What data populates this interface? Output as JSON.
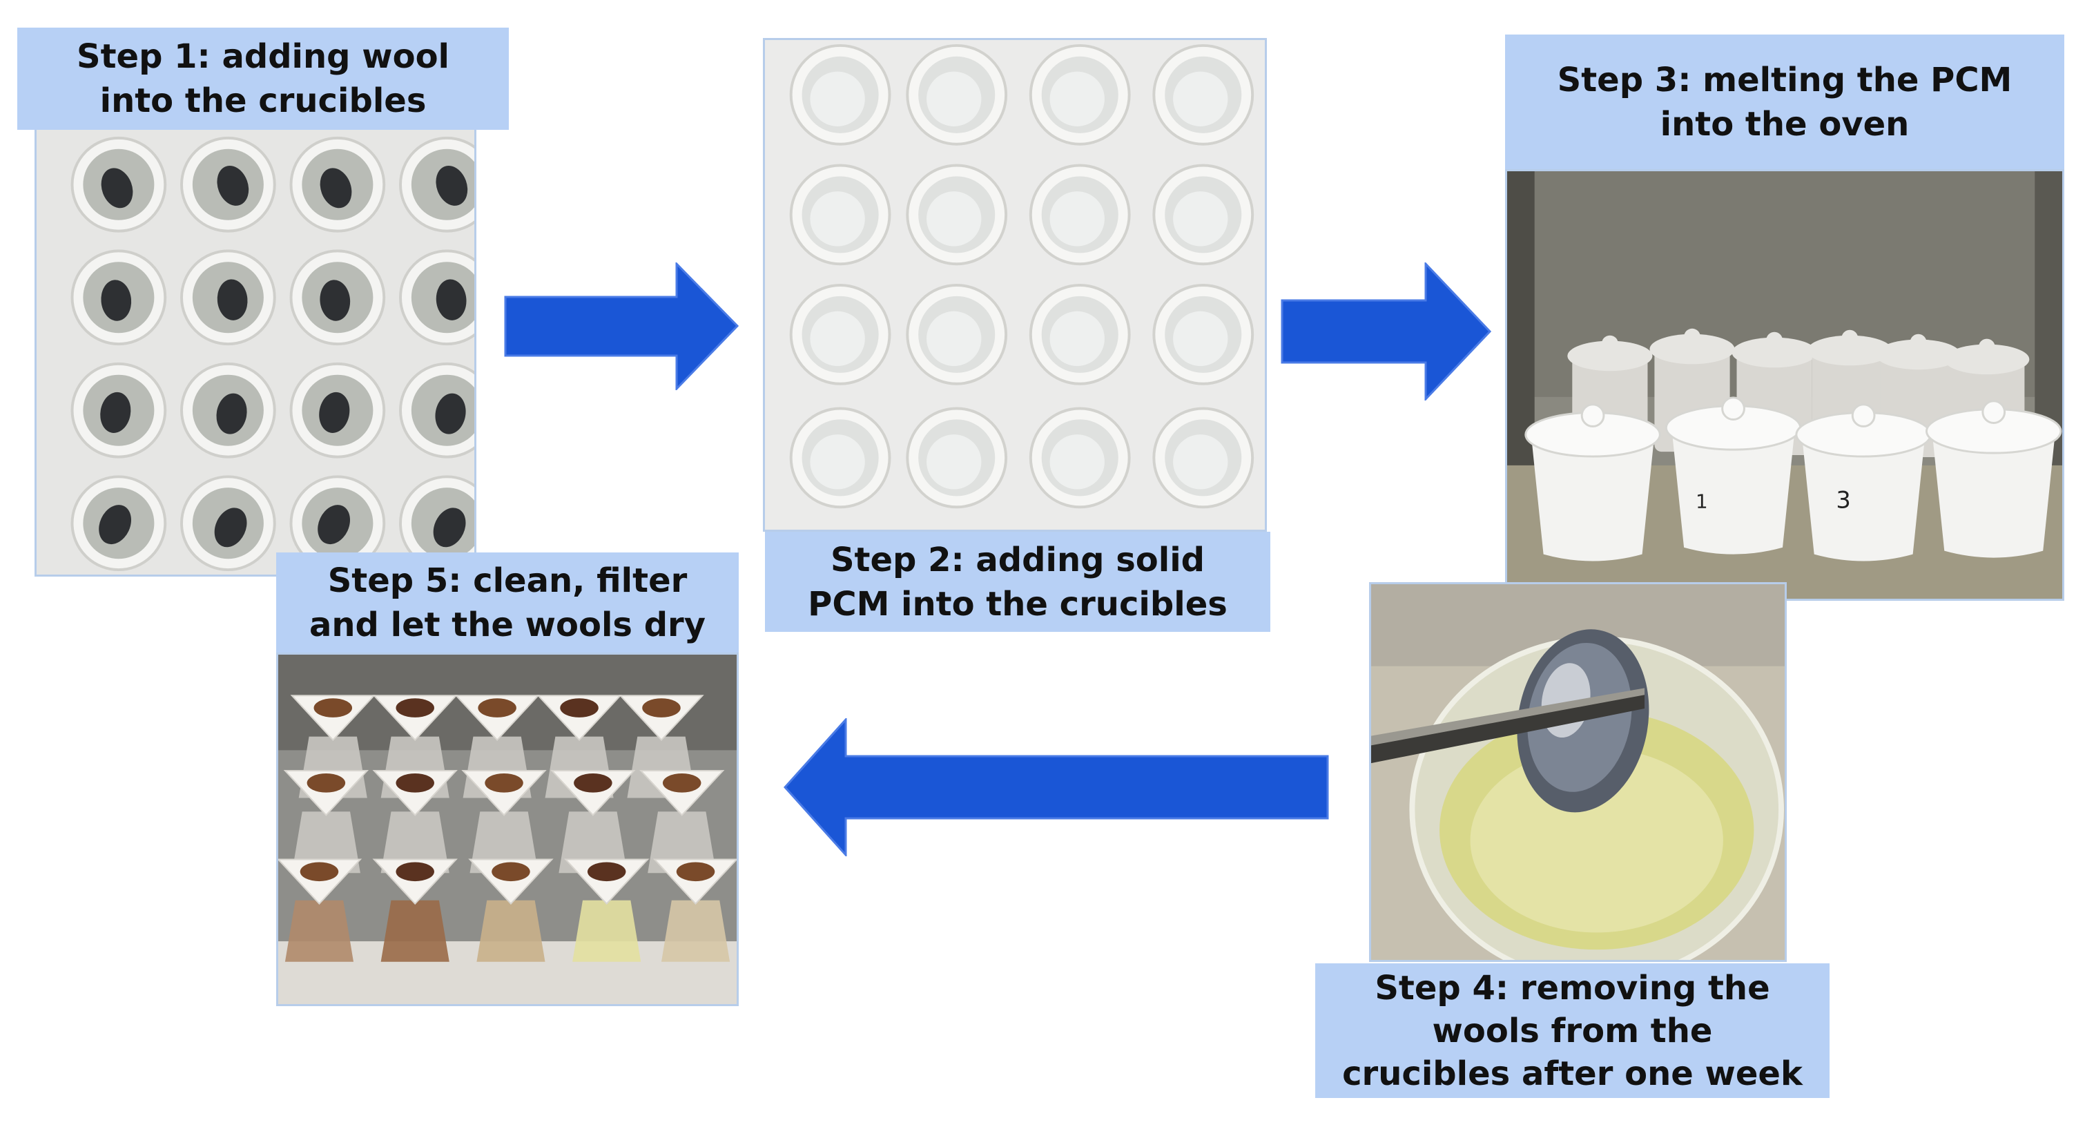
{
  "steps": {
    "step1": {
      "line1": "Step 1: adding wool",
      "line2": "into the crucibles"
    },
    "step2": {
      "line1": "Step 2: adding solid",
      "line2": "PCM into the crucibles"
    },
    "step3": {
      "line1": "Step 3: melting the PCM",
      "line2": "into the oven"
    },
    "step4": {
      "line1": "Step 4: removing the",
      "line2": "wools from the",
      "line3": "crucibles after one week"
    },
    "step5": {
      "line1": "Step 5: clean, filter",
      "line2": "and let the wools dry"
    }
  },
  "photos": {
    "step1": "crucibles with wool samples (top view)",
    "step2": "crucibles with solid PCM (top view)",
    "step3": "lidded crucibles in oven",
    "step4": "tweezers holding wool over liquid PCM",
    "step5": "filter funnels with flasks"
  },
  "colors": {
    "label_bg": "#b7d0f5",
    "arrow_fill": "#1a56d6",
    "arrow_stroke": "#4a7be6",
    "photo_border": "#b7cdea"
  }
}
